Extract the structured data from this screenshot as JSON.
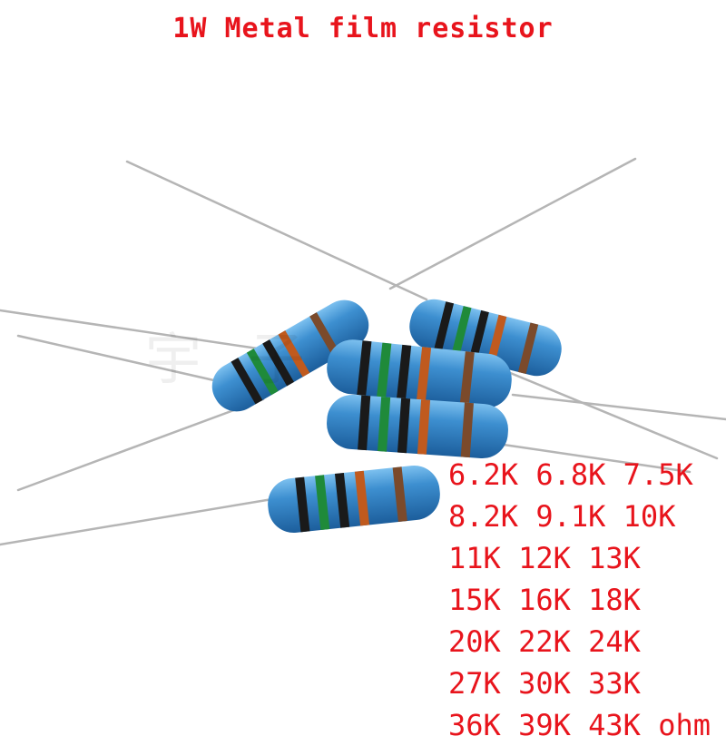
{
  "title": "1W Metal film resistor",
  "values": [
    "6.2K 6.8K 7.5K",
    "8.2K 9.1K 10K",
    "11K 12K 13K",
    "15K 16K 18K",
    "20K 22K 24K",
    "27K 30K 33K",
    "36K 39K 43K ohm"
  ],
  "colors": {
    "text": "#e8141c",
    "resistor_body": "#3d8fd0",
    "wire": "#b9b9b9"
  },
  "watermark": "宇 子"
}
